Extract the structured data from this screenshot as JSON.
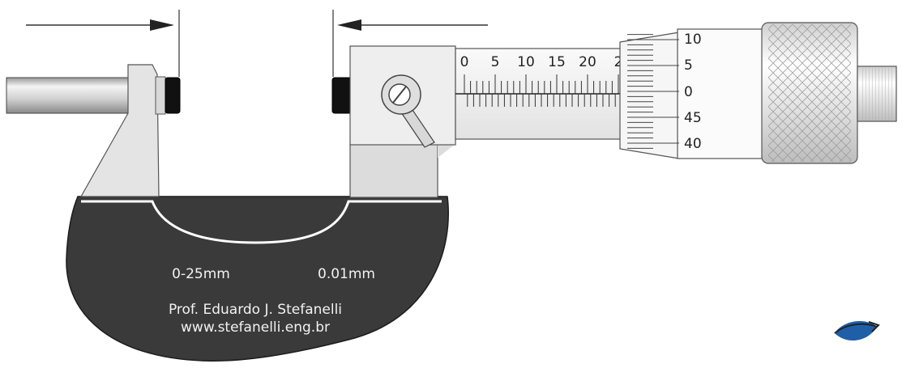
{
  "frame": {
    "range_label": "0-25mm",
    "resolution_label": "0.01mm",
    "author": "Prof. Eduardo J. Stefanelli",
    "website": "www.stefanelli.eng.br"
  },
  "sleeve_scale": {
    "labels": [
      "0",
      "5",
      "10",
      "15",
      "20",
      "2"
    ]
  },
  "thimble_scale": {
    "labels": [
      "10",
      "5",
      "0",
      "45",
      "40"
    ]
  },
  "colors": {
    "frame": "#3a3a3a",
    "metal": "#e6e6e6",
    "anvil_face": "#111111",
    "logo_blue": "#1f5fa8"
  }
}
